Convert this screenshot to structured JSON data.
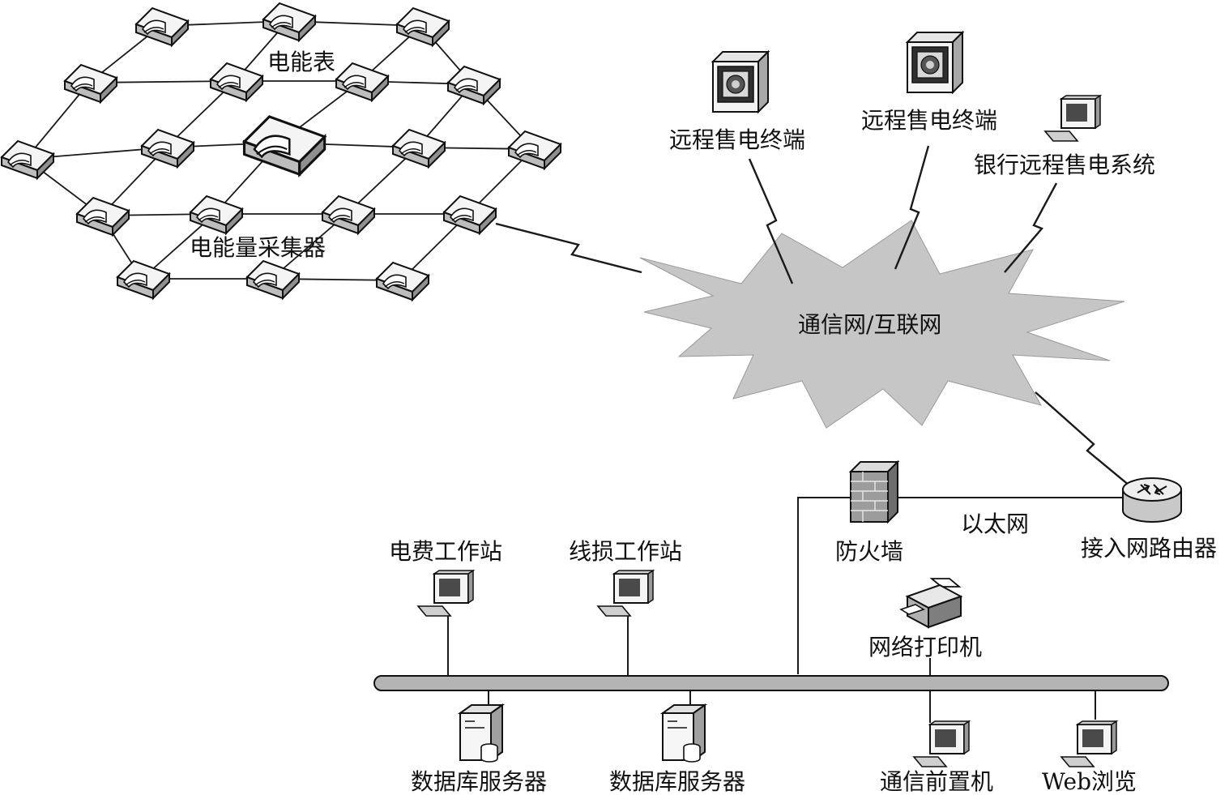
{
  "labels": {
    "meter": "电能表",
    "collector": "电能量采集器",
    "remote_terminal_1": "远程售电终端",
    "remote_terminal_2": "远程售电终端",
    "bank_system": "银行远程售电系统",
    "network": "通信网/互联网",
    "ethernet": "以太网",
    "firewall": "防火墙",
    "router": "接入网路由器",
    "billing_workstation": "电费工作站",
    "lineloss_workstation": "线损工作站",
    "printer": "网络打印机",
    "db_server_1": "数据库服务器",
    "db_server_2": "数据库服务器",
    "front_end": "通信前置机",
    "web": "Web浏览"
  },
  "icons": {
    "meter": "electric-meter-icon",
    "collector": "collector-icon",
    "terminal": "remote-terminal-icon",
    "pc": "computer-icon",
    "cloud": "network-cloud-icon",
    "firewall": "firewall-icon",
    "router": "router-icon",
    "printer": "printer-icon",
    "server": "database-server-icon"
  },
  "colors": {
    "cloud": "#c8c8c8",
    "device_fill": "#f2f2f2",
    "device_dark": "#8a8a8a",
    "line": "#1a1a1a"
  }
}
